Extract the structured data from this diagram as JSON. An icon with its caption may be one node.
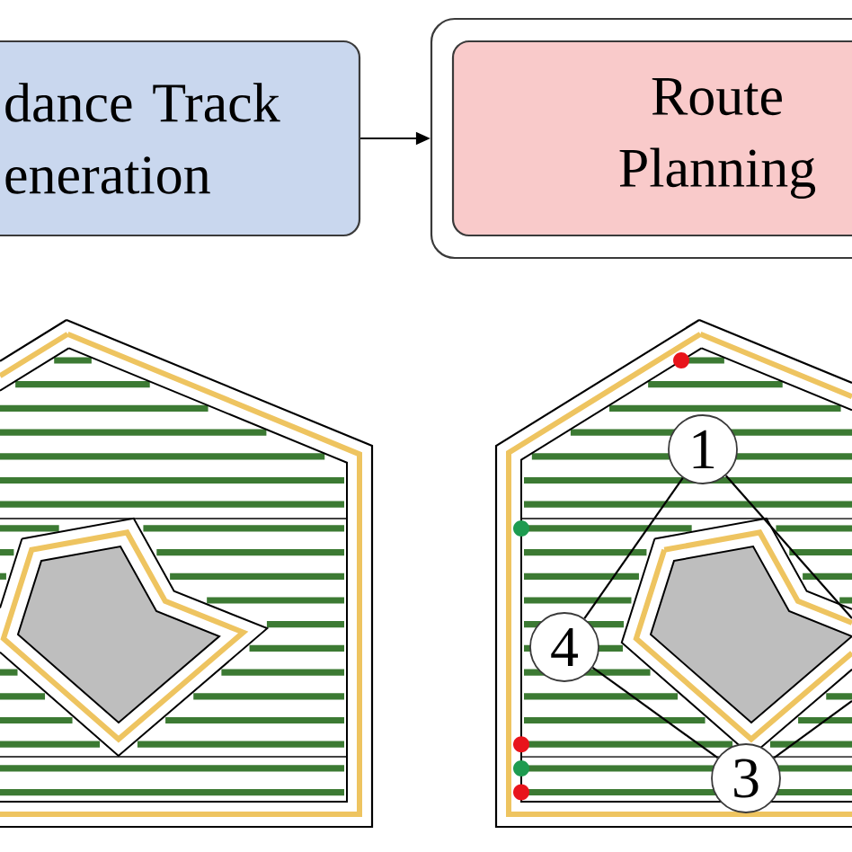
{
  "diagram": {
    "nodes": [
      {
        "text": [
          "dance Track eneration"
        ]
      },
      {
        "text": [],
        "shape": "box"
      },
      {
        "text": [
          "Route Planning"
        ],
        "in": 1
      },
      {
        "text": [
          "1"
        ]
      },
      {
        "text": [
          "4"
        ]
      },
      {
        "text": [
          "3"
        ]
      }
    ],
    "edges": [
      {
        "from": 0,
        "to": 1,
        "arrow": "to"
      },
      {
        "from": 3,
        "to": 4,
        "arrow": "none"
      },
      {
        "from": 3,
        "to": null,
        "arrow": "none"
      },
      {
        "from": 4,
        "to": 5,
        "arrow": "none"
      },
      {
        "from": 5,
        "to": null,
        "arrow": "none"
      }
    ]
  }
}
